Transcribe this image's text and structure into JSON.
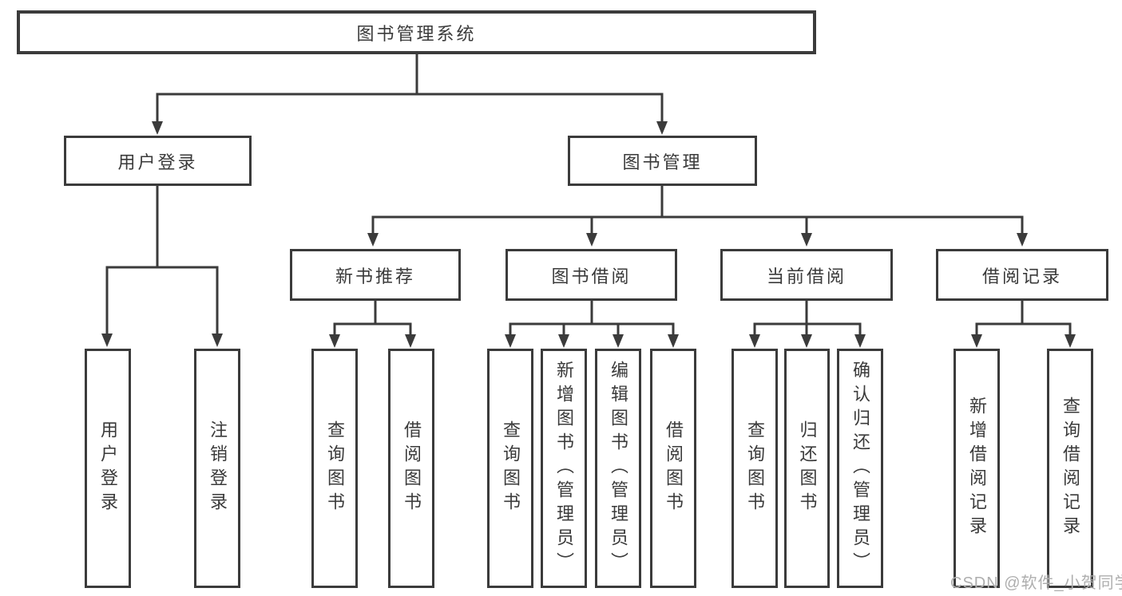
{
  "diagram": {
    "root": {
      "label": "图书管理系统"
    },
    "branches": [
      {
        "label": "用户登录",
        "children": [
          {
            "label": "用户登录"
          },
          {
            "label": "注销登录"
          }
        ]
      },
      {
        "label": "图书管理",
        "groups": [
          {
            "label": "新书推荐",
            "children": [
              {
                "label": "查询图书"
              },
              {
                "label": "借阅图书"
              }
            ]
          },
          {
            "label": "图书借阅",
            "children": [
              {
                "label": "查询图书"
              },
              {
                "label": "新增图书（管理员）"
              },
              {
                "label": "编辑图书（管理员）"
              },
              {
                "label": "借阅图书"
              }
            ]
          },
          {
            "label": "当前借阅",
            "children": [
              {
                "label": "查询图书"
              },
              {
                "label": "归还图书"
              },
              {
                "label": "确认归还（管理员）"
              }
            ]
          },
          {
            "label": "借阅记录",
            "children": [
              {
                "label": "新增借阅记录"
              },
              {
                "label": "查询借阅记录"
              }
            ]
          }
        ]
      }
    ]
  },
  "watermark": {
    "text": "CSDN @软件_小贺同学"
  },
  "colors": {
    "line": "#3b3b3b",
    "box_border": "#3b3b3b",
    "text": "#3a3a3a",
    "background": "#ffffff",
    "watermark": "#aeaeae"
  }
}
